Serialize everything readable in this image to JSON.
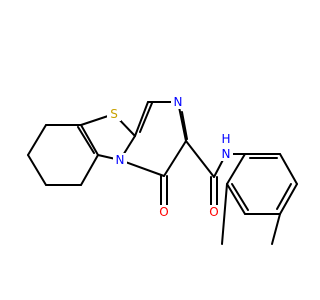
{
  "molecule": {
    "colors": {
      "bond": "#000000",
      "sulfur": "#c8a200",
      "nitrogen": "#0000ff",
      "oxygen": "#ff0000"
    },
    "atoms": {
      "sulfur": {
        "label": "S"
      },
      "n_ring_top": {
        "label": "N"
      },
      "n_ring_bridge": {
        "label": "N"
      },
      "o_ketone": {
        "label": "O"
      },
      "o_amide": {
        "label": "O"
      },
      "nh_amide": {
        "label": "N",
        "h_label": "H"
      }
    }
  }
}
